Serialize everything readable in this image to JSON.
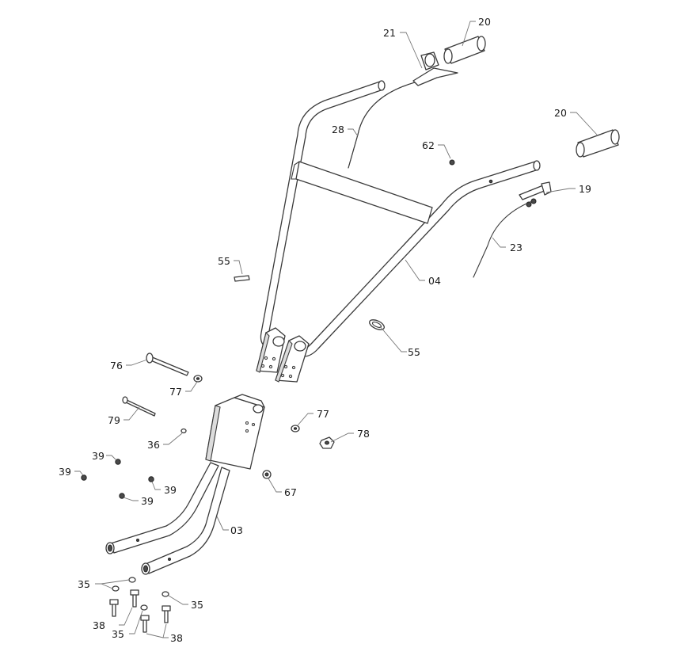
{
  "callouts": [
    {
      "id": "c20a",
      "text": "20"
    },
    {
      "id": "c21",
      "text": "21"
    },
    {
      "id": "c20b",
      "text": "20"
    },
    {
      "id": "c62",
      "text": "62"
    },
    {
      "id": "c28",
      "text": "28"
    },
    {
      "id": "c19",
      "text": "19"
    },
    {
      "id": "c23",
      "text": "23"
    },
    {
      "id": "c55a",
      "text": "55"
    },
    {
      "id": "c04",
      "text": "04"
    },
    {
      "id": "c55b",
      "text": "55"
    },
    {
      "id": "c76",
      "text": "76"
    },
    {
      "id": "c77a",
      "text": "77"
    },
    {
      "id": "c79",
      "text": "79"
    },
    {
      "id": "c77b",
      "text": "77"
    },
    {
      "id": "c78",
      "text": "78"
    },
    {
      "id": "c36",
      "text": "36"
    },
    {
      "id": "c39a",
      "text": "39"
    },
    {
      "id": "c39b",
      "text": "39"
    },
    {
      "id": "c39c",
      "text": "39"
    },
    {
      "id": "c39d",
      "text": "39"
    },
    {
      "id": "c67",
      "text": "67"
    },
    {
      "id": "c03",
      "text": "03"
    },
    {
      "id": "c35a",
      "text": "35"
    },
    {
      "id": "c35b",
      "text": "35"
    },
    {
      "id": "c35c",
      "text": "35"
    },
    {
      "id": "c38a",
      "text": "38"
    },
    {
      "id": "c38b",
      "text": "38"
    }
  ]
}
